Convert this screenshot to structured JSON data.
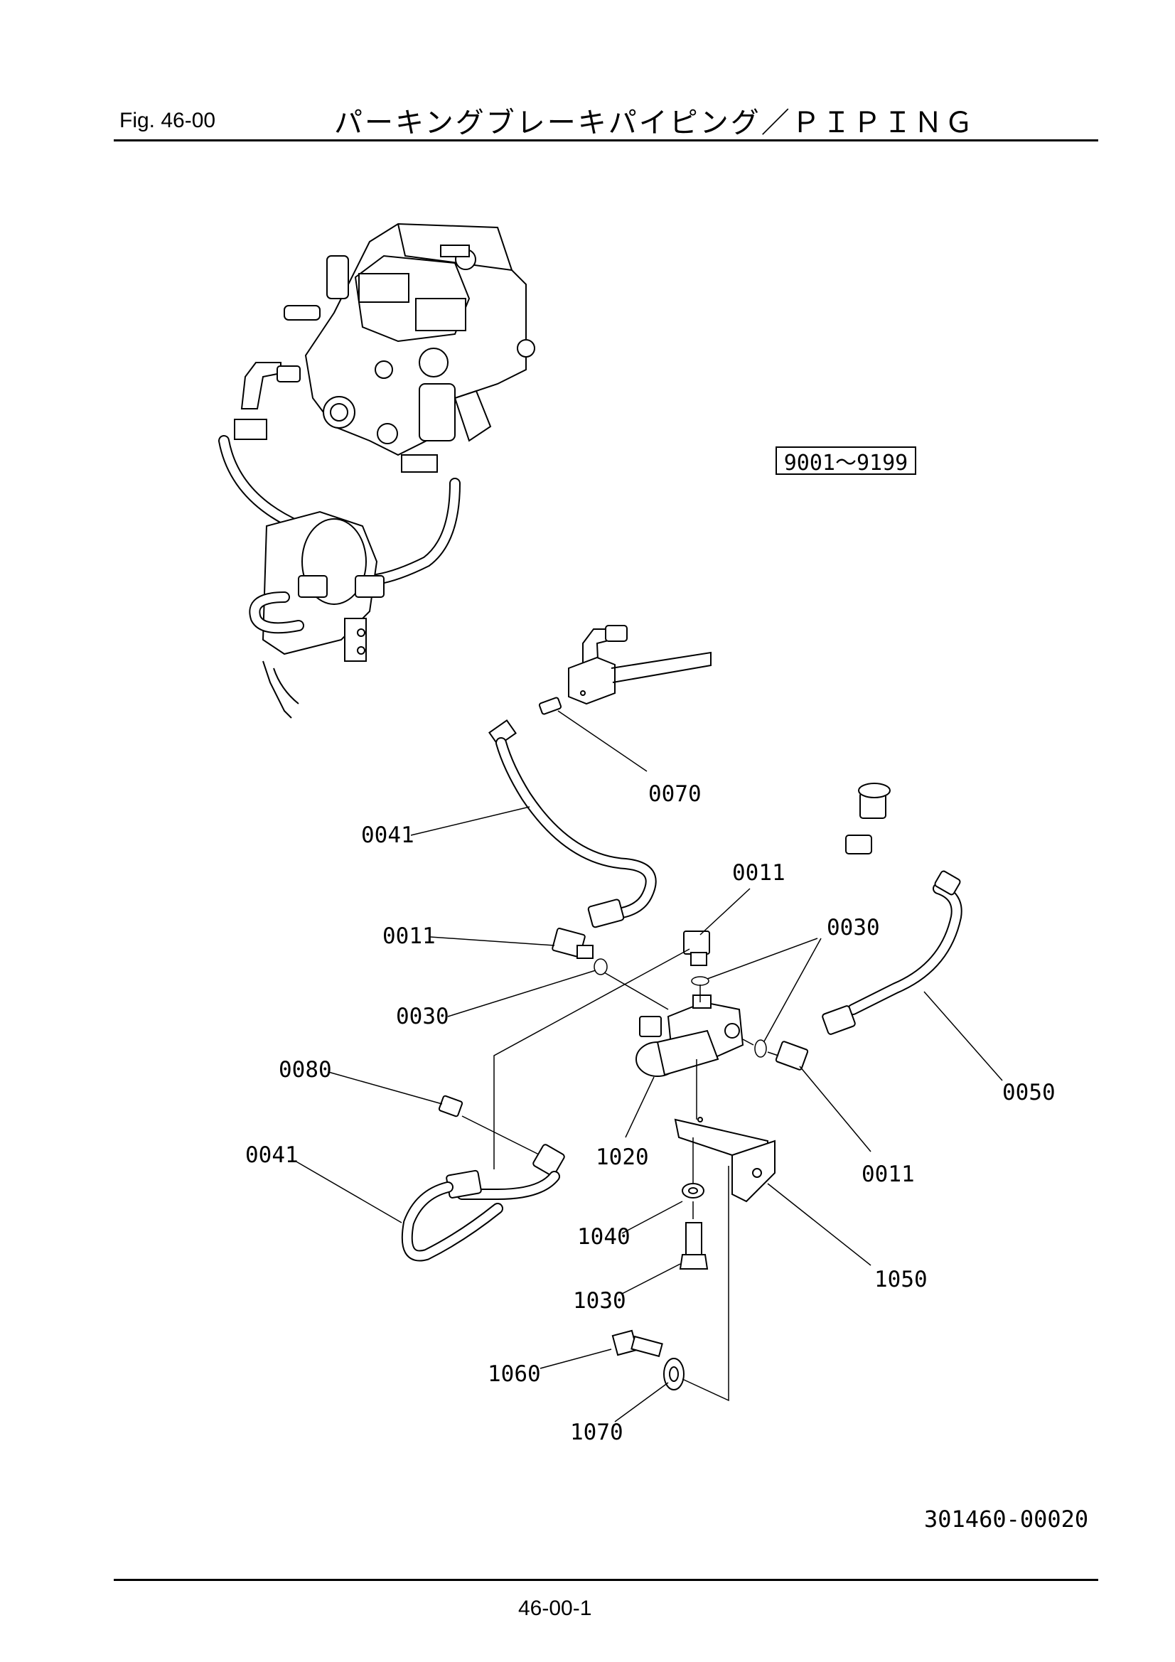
{
  "header": {
    "fig_label": "Fig.  46-00",
    "title": "パーキングブレーキパイピング／ＰＩＰＩＮＧ"
  },
  "serial_range": "9001～9199",
  "callouts": [
    {
      "id": "0070",
      "text": "0070"
    },
    {
      "id": "0041-upper",
      "text": "0041"
    },
    {
      "id": "0011-top",
      "text": "0011"
    },
    {
      "id": "0011-left",
      "text": "0011"
    },
    {
      "id": "0030-right",
      "text": "0030"
    },
    {
      "id": "0030-left",
      "text": "0030"
    },
    {
      "id": "0080",
      "text": "0080"
    },
    {
      "id": "0050",
      "text": "0050"
    },
    {
      "id": "0041-lower",
      "text": "0041"
    },
    {
      "id": "1020",
      "text": "1020"
    },
    {
      "id": "0011-right",
      "text": "0011"
    },
    {
      "id": "1040",
      "text": "1040"
    },
    {
      "id": "1050",
      "text": "1050"
    },
    {
      "id": "1030",
      "text": "1030"
    },
    {
      "id": "1060",
      "text": "1060"
    },
    {
      "id": "1070",
      "text": "1070"
    }
  ],
  "footer": {
    "drawing_number": "301460-00020",
    "page_number": "46-00-1"
  }
}
